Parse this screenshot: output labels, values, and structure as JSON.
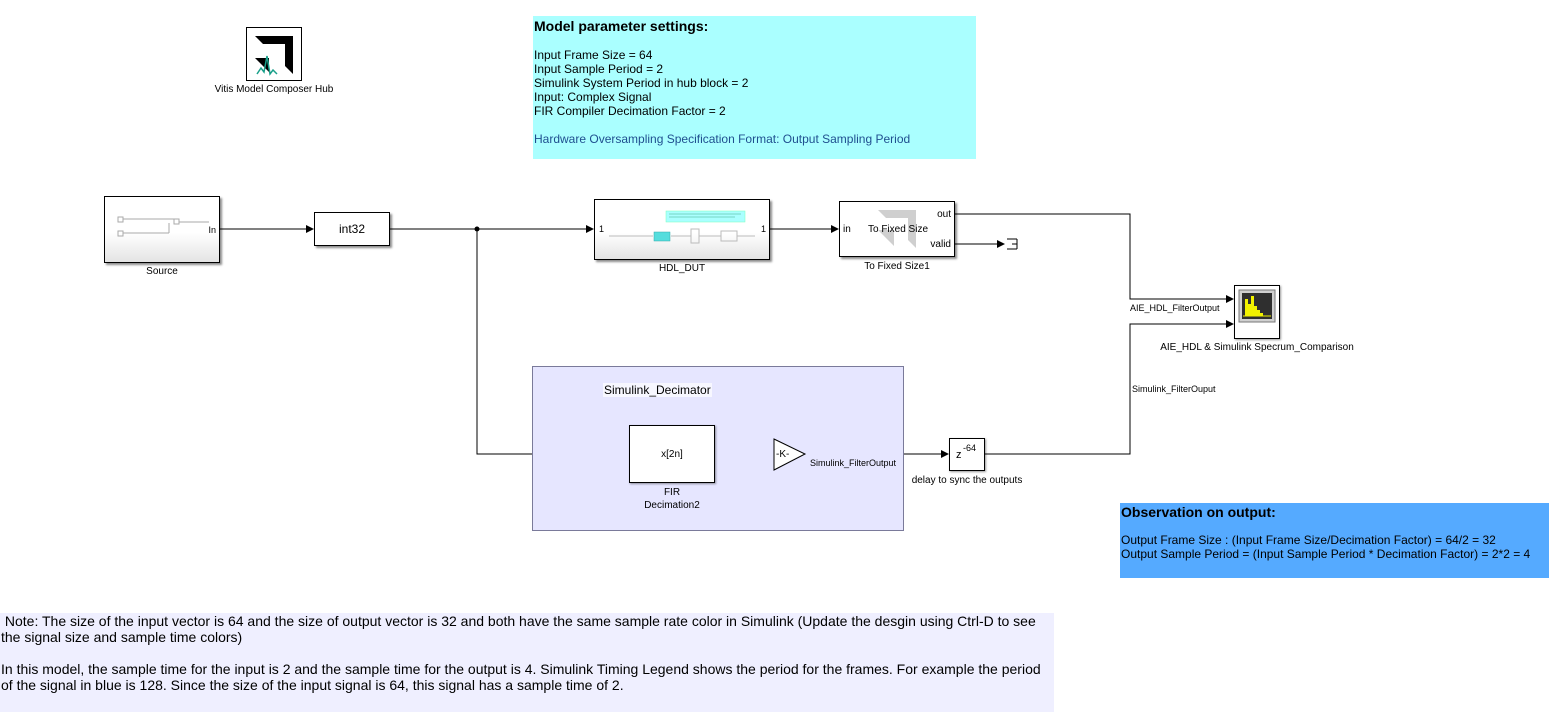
{
  "hub": {
    "label": "Vitis Model Composer Hub"
  },
  "params": {
    "title": "Model parameter settings:",
    "lines": [
      "Input Frame Size = 64",
      "Input Sample Period = 2",
      "Simulink System Period in hub block = 2",
      "Input: Complex Signal",
      "FIR Compiler Decimation Factor = 2"
    ],
    "footer": "Hardware Oversampling Specification Format: Output Sampling Period"
  },
  "blocks": {
    "source": {
      "label": "Source",
      "port_out": "In"
    },
    "int32": {
      "text": "int32"
    },
    "hdl_dut": {
      "label": "HDL_DUT",
      "port_in": "1",
      "port_out": "1"
    },
    "to_fixed": {
      "label": "To Fixed Size1",
      "text": "To Fixed Size",
      "port_in": "in",
      "port_out1": "out",
      "port_out2": "valid"
    },
    "scope": {
      "label": "AIE_HDL & Simulink Specrum_Comparison"
    },
    "subsystem": {
      "title": "Simulink_Decimator"
    },
    "fir": {
      "text": "x[2n]",
      "label1": "FIR",
      "label2": "Decimation2"
    },
    "gain": {
      "text": "-K-"
    },
    "delay": {
      "text": "z",
      "exponent": "-64",
      "label": "delay to sync the outputs"
    }
  },
  "signals": {
    "aie_hdl": "AIE_HDL_FilterOutput",
    "sim_filter_ouput": "Simulink_FilterOuput",
    "sim_filter_output": "Simulink_FilterOutput"
  },
  "observation": {
    "title": "Observation on output:",
    "lines": [
      "Output Frame Size : (Input Frame Size/Decimation Factor) = 64/2 = 32",
      "Output Sample Period = (Input Sample Period * Decimation Factor) = 2*2 = 4"
    ]
  },
  "bottom_note": {
    "para1": " Note: The size of the input vector is 64 and the size of output vector is 32 and both have the same sample rate color in Simulink (Update the desgin using Ctrl-D to see the signal size and sample time colors)",
    "para2": "In this model, the sample time for the input is 2 and the sample time for the output is 4. Simulink Timing Legend shows the period for the frames. For example the period of the signal in blue is 128. Since the size of the input signal is 64, this signal has a sample time of 2."
  },
  "colors": {
    "params_bg": "#aaffff",
    "params_footer": "#1f4f8f",
    "observation_bg": "#55aaff",
    "note_bg": "#efefff",
    "subsystem_bg": "#e6e6ff",
    "scope_yellow": "#f2f200"
  }
}
